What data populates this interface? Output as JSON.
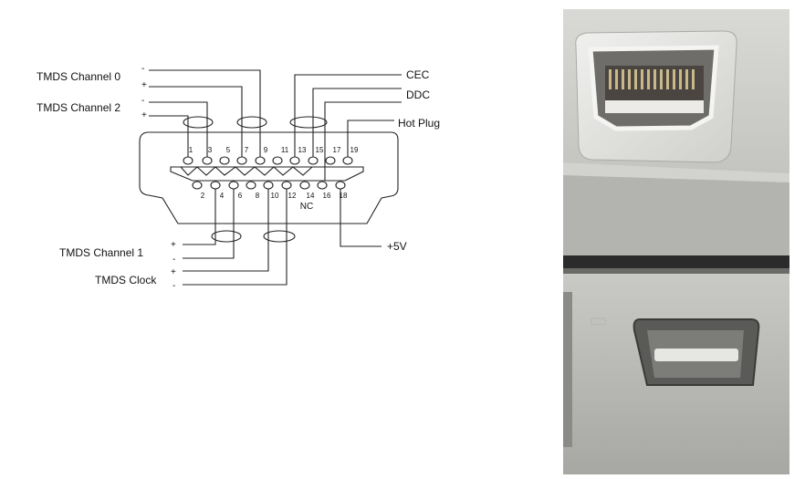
{
  "diagram": {
    "labels": {
      "tmds_channel_0": "TMDS Channel 0",
      "tmds_channel_2": "TMDS Channel 2",
      "tmds_channel_1": "TMDS Channel 1",
      "tmds_clock": "TMDS Clock",
      "cec": "CEC",
      "ddc": "DDC",
      "hot_plug": "Hot Plug",
      "plus_5v": "+5V",
      "nc": "NC"
    },
    "polarity": {
      "plus": "+",
      "minus": "-"
    },
    "pins_top": [
      "1",
      "3",
      "5",
      "7",
      "9",
      "11",
      "13",
      "15",
      "17",
      "19"
    ],
    "pins_bottom": [
      "2",
      "4",
      "6",
      "8",
      "10",
      "12",
      "14",
      "16",
      "18"
    ]
  },
  "photo": {
    "background": "#8c8c88",
    "panel_color": "#b9b9b5",
    "plug_color": "#e4e4e2"
  }
}
